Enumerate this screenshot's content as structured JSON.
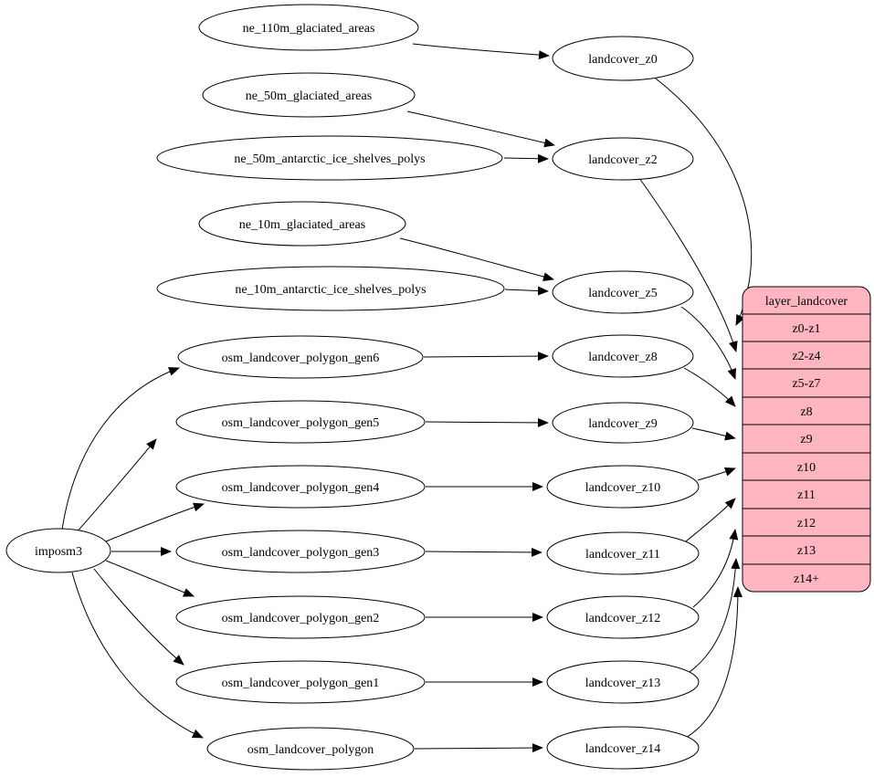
{
  "importer": "imposm3",
  "sources": [
    "ne_110m_glaciated_areas",
    "ne_50m_glaciated_areas",
    "ne_50m_antarctic_ice_shelves_polys",
    "ne_10m_glaciated_areas",
    "ne_10m_antarctic_ice_shelves_polys",
    "osm_landcover_polygon_gen6",
    "osm_landcover_polygon_gen5",
    "osm_landcover_polygon_gen4",
    "osm_landcover_polygon_gen3",
    "osm_landcover_polygon_gen2",
    "osm_landcover_polygon_gen1",
    "osm_landcover_polygon"
  ],
  "intermediates": [
    "landcover_z0",
    "landcover_z2",
    "landcover_z5",
    "landcover_z8",
    "landcover_z9",
    "landcover_z10",
    "landcover_z11",
    "landcover_z12",
    "landcover_z13",
    "landcover_z14"
  ],
  "table": {
    "header": "layer_landcover",
    "rows": [
      "z0-z1",
      "z2-z4",
      "z5-z7",
      "z8",
      "z9",
      "z10",
      "z11",
      "z12",
      "z13",
      "z14+"
    ]
  },
  "edges": [
    {
      "from": "ne_110m_glaciated_areas",
      "to": "landcover_z0"
    },
    {
      "from": "ne_50m_glaciated_areas",
      "to": "landcover_z2"
    },
    {
      "from": "ne_50m_antarctic_ice_shelves_polys",
      "to": "landcover_z2"
    },
    {
      "from": "ne_10m_glaciated_areas",
      "to": "landcover_z5"
    },
    {
      "from": "ne_10m_antarctic_ice_shelves_polys",
      "to": "landcover_z5"
    },
    {
      "from": "osm_landcover_polygon_gen6",
      "to": "landcover_z8"
    },
    {
      "from": "osm_landcover_polygon_gen5",
      "to": "landcover_z9"
    },
    {
      "from": "osm_landcover_polygon_gen4",
      "to": "landcover_z10"
    },
    {
      "from": "osm_landcover_polygon_gen3",
      "to": "landcover_z11"
    },
    {
      "from": "osm_landcover_polygon_gen2",
      "to": "landcover_z12"
    },
    {
      "from": "osm_landcover_polygon_gen1",
      "to": "landcover_z13"
    },
    {
      "from": "osm_landcover_polygon",
      "to": "landcover_z14"
    },
    {
      "from": "imposm3",
      "to": "osm_landcover_polygon_gen6"
    },
    {
      "from": "imposm3",
      "to": "osm_landcover_polygon_gen5"
    },
    {
      "from": "imposm3",
      "to": "osm_landcover_polygon_gen4"
    },
    {
      "from": "imposm3",
      "to": "osm_landcover_polygon_gen3"
    },
    {
      "from": "imposm3",
      "to": "osm_landcover_polygon_gen2"
    },
    {
      "from": "imposm3",
      "to": "osm_landcover_polygon_gen1"
    },
    {
      "from": "imposm3",
      "to": "osm_landcover_polygon"
    },
    {
      "from": "landcover_z0",
      "to": "layer_landcover.z0-z1"
    },
    {
      "from": "landcover_z2",
      "to": "layer_landcover.z2-z4"
    },
    {
      "from": "landcover_z5",
      "to": "layer_landcover.z5-z7"
    },
    {
      "from": "landcover_z8",
      "to": "layer_landcover.z8"
    },
    {
      "from": "landcover_z9",
      "to": "layer_landcover.z9"
    },
    {
      "from": "landcover_z10",
      "to": "layer_landcover.z10"
    },
    {
      "from": "landcover_z11",
      "to": "layer_landcover.z11"
    },
    {
      "from": "landcover_z12",
      "to": "layer_landcover.z12"
    },
    {
      "from": "landcover_z13",
      "to": "layer_landcover.z13"
    },
    {
      "from": "landcover_z14",
      "to": "layer_landcover.z14+"
    }
  ],
  "colors": {
    "table_fill": "#ffb6c1",
    "node_fill": "#ffffff",
    "edge_stroke": "#000000",
    "background": "#ffffff"
  }
}
